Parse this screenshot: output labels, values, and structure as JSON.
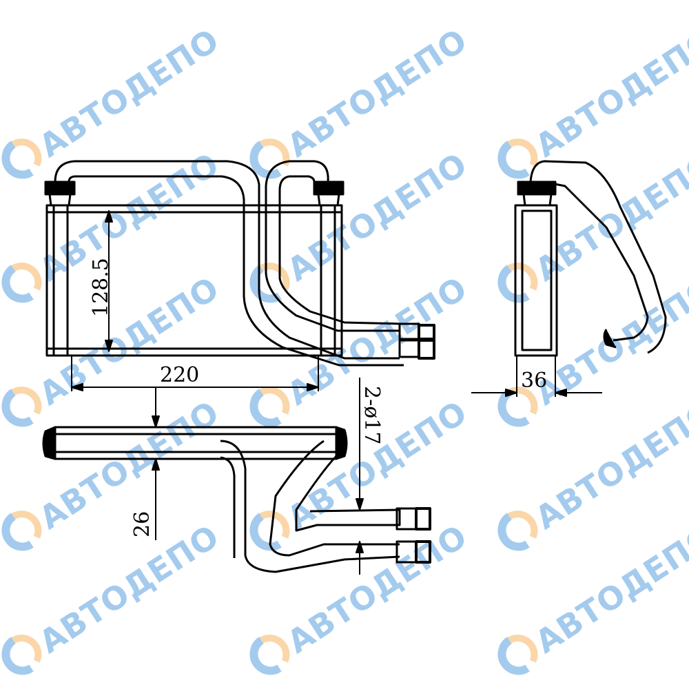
{
  "watermark": {
    "text": "АВТОДЕПО",
    "color_blue": "#5aa2e0",
    "color_orange": "#f6b562"
  },
  "dimensions": {
    "height": "128.5",
    "width": "220",
    "depth": "36",
    "pipes": "2-ø17",
    "thickness": "26"
  }
}
